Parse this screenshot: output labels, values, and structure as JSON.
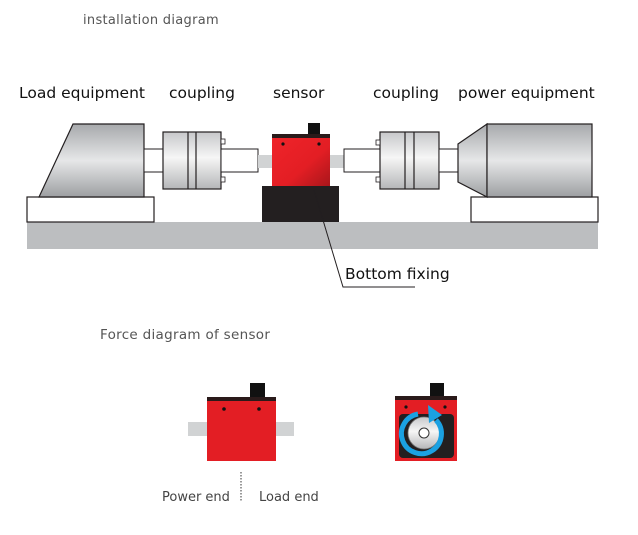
{
  "installation": {
    "title": "installation diagram",
    "labels": {
      "load_equipment": "Load equipment",
      "coupling_left": "coupling",
      "sensor": "sensor",
      "coupling_right": "coupling",
      "power_equipment": "power equipment"
    },
    "callout": "Bottom fixing"
  },
  "force": {
    "title": "Force diagram of sensor",
    "power_end": "Power end",
    "load_end": "Load end"
  },
  "colors": {
    "sensor_red": "#e31e24",
    "base_black": "#231f20",
    "ground_grey": "#bcbec0",
    "rotation_blue": "#1ba1e2",
    "shaft_grey": "#d1d3d4"
  }
}
